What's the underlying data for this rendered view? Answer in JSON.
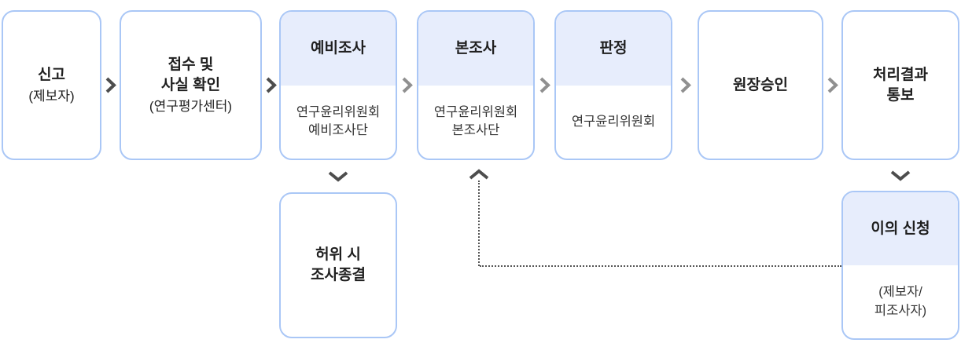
{
  "diagram": {
    "steps": [
      {
        "title": "신고",
        "subtitle": "(제보자)"
      },
      {
        "title": "접수 및\n사실 확인",
        "subtitle": "(연구평가센터)"
      },
      {
        "title": "예비조사",
        "body": "연구윤리위원회\n예비조사단"
      },
      {
        "title": "본조사",
        "body": "연구윤리위원회\n본조사단"
      },
      {
        "title": "판정",
        "body": "연구윤리위원회"
      },
      {
        "title": "원장승인"
      },
      {
        "title": "처리결과\n통보"
      }
    ],
    "branches": {
      "false_report": {
        "title": "허위 시\n조사종결"
      },
      "objection": {
        "title": "이의 신청",
        "body": "(제보자/\n피조사자)"
      }
    }
  },
  "colors": {
    "border_color": "#aac7f6",
    "header_fill": "#e7edfc",
    "arrow_dark": "#4d4d4d",
    "arrow_gray": "#909090",
    "dotted_color": "#555555",
    "title_text": "#1f1f1f",
    "body_text": "#333333",
    "bg": "#ffffff"
  }
}
